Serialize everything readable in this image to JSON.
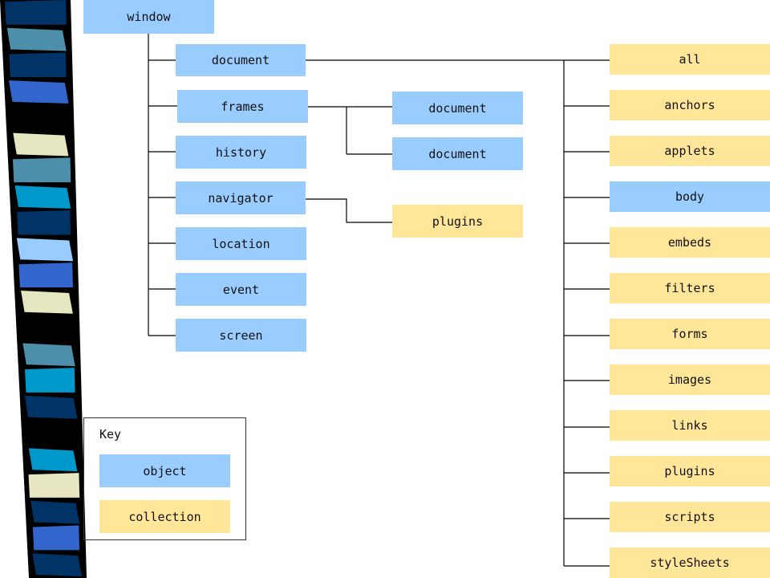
{
  "colors": {
    "object": "#99ccff",
    "collection": "#ffe699",
    "line": "#000000",
    "stripe_black": "#000000",
    "stripe_navy": "#003366",
    "stripe_blue": "#3366cc",
    "stripe_sky": "#0099cc",
    "stripe_steel": "#4d8faa",
    "stripe_light": "#99ccff",
    "stripe_cream": "#e6e6c0"
  },
  "nodes": {
    "window": "window",
    "document": "document",
    "frames": "frames",
    "history": "history",
    "navigator": "navigator",
    "location": "location",
    "event": "event",
    "screen": "screen",
    "frames_document_1": "document",
    "frames_document_2": "document",
    "navigator_plugins": "plugins"
  },
  "collections": {
    "all": "all",
    "anchors": "anchors",
    "applets": "applets",
    "body": "body",
    "embeds": "embeds",
    "filters": "filters",
    "forms": "forms",
    "images": "images",
    "links": "links",
    "plugins": "plugins",
    "scripts": "scripts",
    "styleSheets": "styleSheets"
  },
  "key": {
    "title": "Key",
    "object": "object",
    "collection": "collection"
  }
}
